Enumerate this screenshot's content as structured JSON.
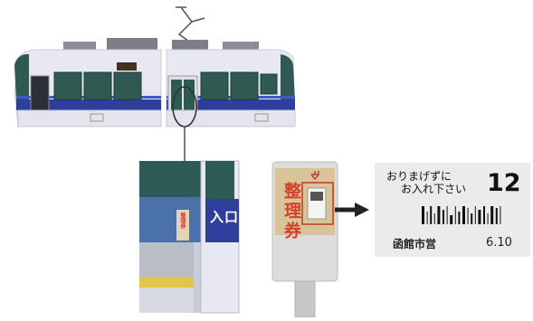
{
  "door": {
    "sign": "入口"
  },
  "dispenser": {
    "title": "整理券",
    "mini_title": "整理券"
  },
  "ticket": {
    "message_line1": "おりまげずに",
    "message_line2": "お入れ下さい",
    "number": "12",
    "company": "函館市営",
    "date": "6.10",
    "barcode_bars": [
      3,
      1,
      2,
      1,
      3,
      2,
      1,
      3,
      1,
      2,
      3,
      1,
      2,
      1,
      3,
      2,
      1,
      3,
      2,
      1
    ]
  },
  "colors": {
    "tram_body": "#e7e8f2",
    "tram_green": "#2f5a52",
    "tram_blue": "#2d3f9a",
    "accent_red": "#d6402b",
    "ticket_bg": "#ebebeb",
    "dispenser_panel": "#d9c49a"
  }
}
